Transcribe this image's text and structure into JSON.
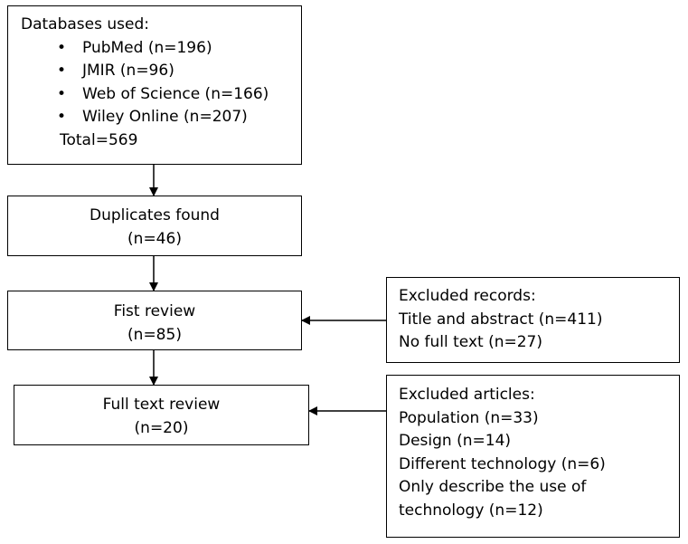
{
  "databases": {
    "heading": "Databases used:",
    "items": [
      "PubMed (n=196)",
      "JMIR (n=96)",
      "Web of Science (n=166)",
      "Wiley Online (n=207)"
    ],
    "total": "Total=569"
  },
  "duplicates": {
    "label": "Duplicates found",
    "count": "(n=46)"
  },
  "first_review": {
    "label": "Fist review",
    "count": "(n=85)"
  },
  "full_text": {
    "label": "Full text review",
    "count": "(n=20)"
  },
  "excluded_records": {
    "heading": "Excluded records:",
    "lines": [
      "Title and abstract (n=411)",
      "No full text (n=27)"
    ]
  },
  "excluded_articles": {
    "heading": "Excluded articles:",
    "lines": [
      "Population (n=33)",
      "Design (n=14)",
      "Different technology (n=6)",
      "Only describe the use of",
      "technology (n=12)"
    ]
  }
}
